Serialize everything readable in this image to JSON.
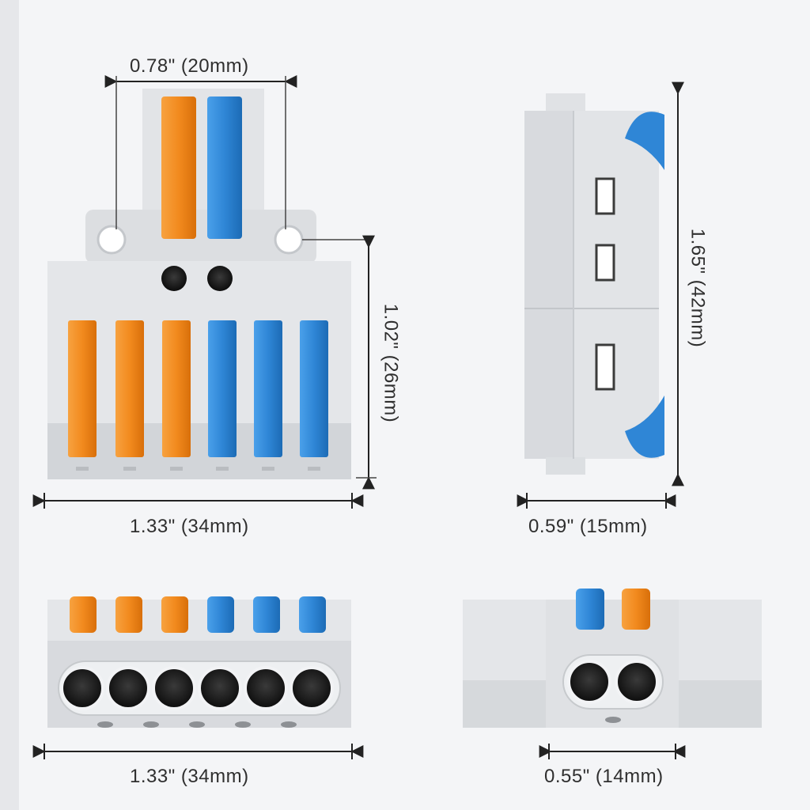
{
  "dimensions": {
    "top_lever_width": "0.78\" (20mm)",
    "front_height": "1.02\" (26mm)",
    "front_width": "1.33\" (34mm)",
    "side_height": "1.65\" (42mm)",
    "side_depth": "0.59\" (15mm)",
    "bottom_width": "1.33\" (34mm)",
    "end_width": "0.55\" (14mm)"
  },
  "colors": {
    "orange": "#f28a1e",
    "blue": "#2f86d6",
    "housing": "#dfe1e4",
    "housing_dark": "#c8cbcf",
    "port": "#1a1a1a"
  },
  "views": [
    "front-view",
    "side-view",
    "bottom-view",
    "end-view"
  ]
}
